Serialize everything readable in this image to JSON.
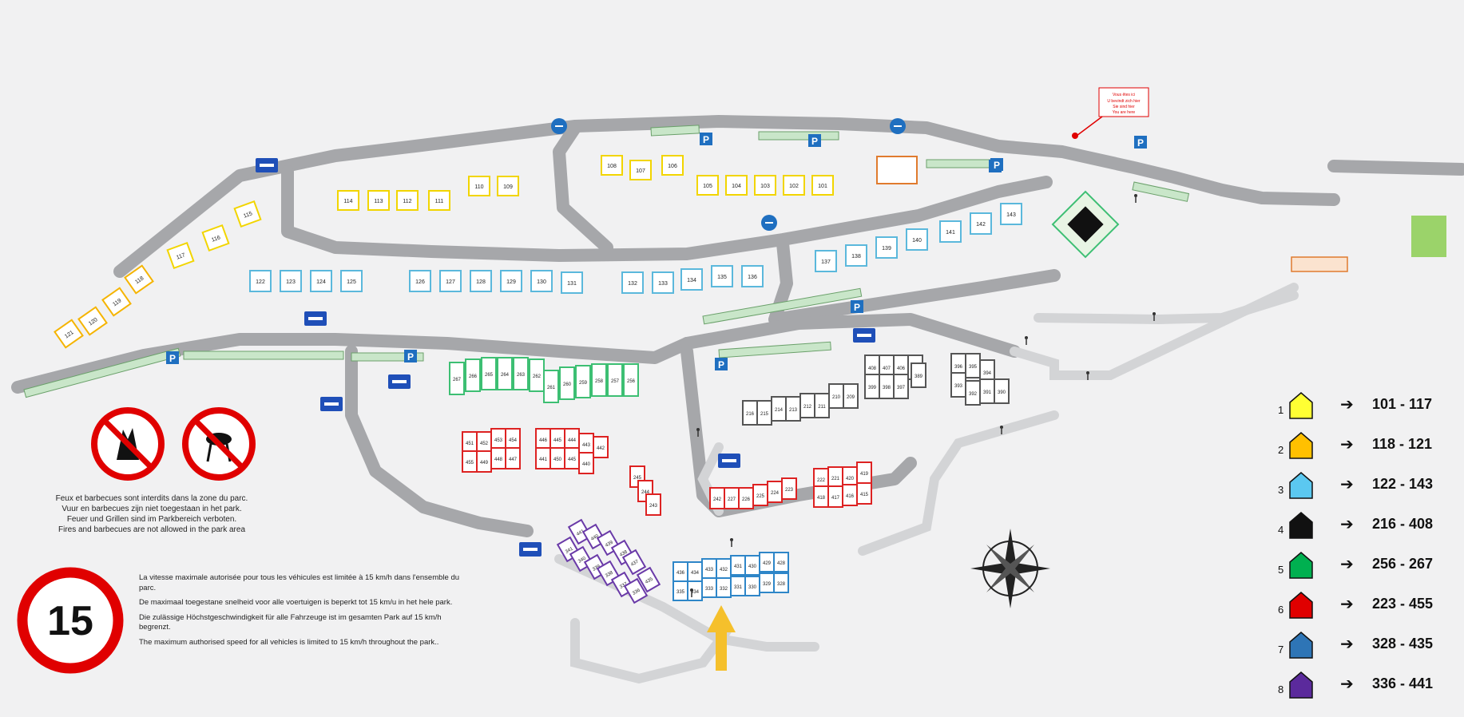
{
  "pitches": {
    "yellow": [
      "101",
      "102",
      "103",
      "104",
      "105",
      "106",
      "107",
      "108",
      "109",
      "110",
      "111",
      "112",
      "113",
      "114",
      "115",
      "116",
      "117"
    ],
    "orange": [
      "118",
      "119",
      "120",
      "121"
    ],
    "lightblue": [
      "122",
      "123",
      "124",
      "125",
      "126",
      "127",
      "128",
      "129",
      "130",
      "131",
      "132",
      "133",
      "134",
      "135",
      "136",
      "137",
      "138",
      "139",
      "140",
      "141",
      "142",
      "143"
    ],
    "green": [
      "267",
      "266",
      "265",
      "264",
      "263",
      "262",
      "261",
      "260",
      "259",
      "258",
      "257",
      "256"
    ],
    "black": [
      "216",
      "215",
      "214",
      "213",
      "212",
      "211",
      "210",
      "209",
      "408",
      "407",
      "406",
      "405",
      "399",
      "398",
      "397",
      "396",
      "395",
      "394",
      "393",
      "392",
      "391",
      "390",
      "389"
    ],
    "red": [
      "451",
      "452",
      "453",
      "454",
      "455",
      "449",
      "448",
      "447",
      "446",
      "445",
      "444",
      "443",
      "442",
      "441",
      "450",
      "445",
      "440",
      "245",
      "244",
      "243",
      "242",
      "227",
      "226",
      "225",
      "224",
      "223",
      "222",
      "221",
      "420",
      "419",
      "418",
      "417",
      "416",
      "415"
    ],
    "blue": [
      "436",
      "434",
      "433",
      "432",
      "431",
      "430",
      "429",
      "428",
      "335",
      "334",
      "333",
      "332",
      "331",
      "330",
      "329",
      "328"
    ],
    "purple": [
      "441",
      "440",
      "439",
      "438",
      "437",
      "341",
      "340",
      "339",
      "338",
      "337",
      "336",
      "435"
    ]
  },
  "signs": {
    "fire_notice": [
      "Feux et barbecues sont interdits dans la zone du parc.",
      "Vuur en barbecues zijn niet toegestaan in het park.",
      "Feuer und Grillen sind im Parkbereich verboten.",
      "Fires and barbecues are not allowed in the park area"
    ],
    "speed_value": "15",
    "speed_notice": [
      "La vitesse maximale autorisée pour tous les véhicules est limitée à 15 km/h dans l'ensemble du parc.",
      "De maximaal toegestane snelheid voor alle voertuigen is beperkt tot 15 km/u in het hele park.",
      "Die zulässige Höchstgeschwindigkeit für alle Fahrzeuge ist im gesamten Park auf 15 km/h begrenzt.",
      "The maximum authorised speed for all vehicles is limited to 15 km/h throughout the park.."
    ],
    "you_are_here": [
      "Vous êtes ici",
      "U bevindt zich hier",
      "Sie sind hier",
      "You are here"
    ],
    "parking_label": "P"
  },
  "legend": [
    {
      "num": "1",
      "color": "#ffff33",
      "range": "101 - 117"
    },
    {
      "num": "2",
      "color": "#ffc000",
      "range": "118 - 121"
    },
    {
      "num": "3",
      "color": "#5bc8f0",
      "range": "122 - 143"
    },
    {
      "num": "4",
      "color": "#111111",
      "range": "216 - 408"
    },
    {
      "num": "5",
      "color": "#00b050",
      "range": "256 - 267"
    },
    {
      "num": "6",
      "color": "#e00000",
      "range": "223 - 455"
    },
    {
      "num": "7",
      "color": "#2e75b6",
      "range": "328 - 435"
    },
    {
      "num": "8",
      "color": "#5b2a9c",
      "range": "336 - 441"
    }
  ],
  "arrow_glyph": "➔",
  "colors": {
    "yellow": "#f2d500",
    "orange": "#f5b400",
    "lightblue": "#5bb8dc",
    "green": "#3dbf73",
    "black": "#555555",
    "red": "#d22",
    "blue": "#2e86c8",
    "purple": "#6a3aa8",
    "road": "#a7a9ac",
    "path": "#d3d4d6"
  }
}
